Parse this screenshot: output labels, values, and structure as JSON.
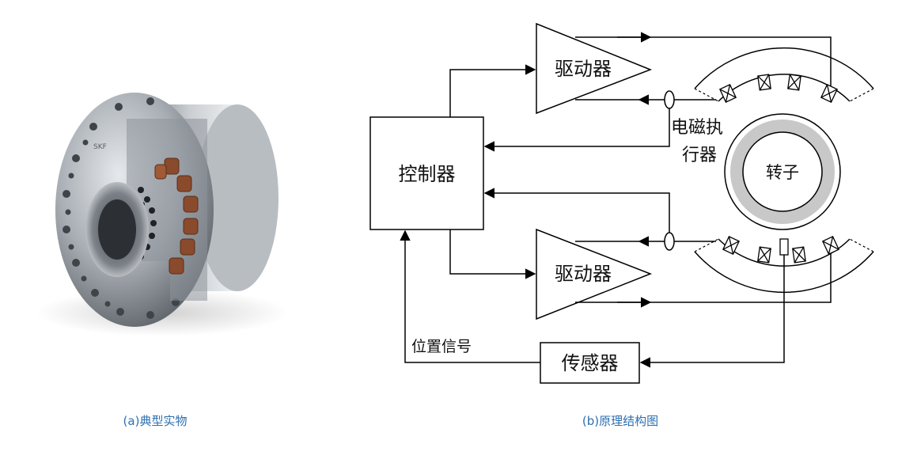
{
  "panel_a": {
    "caption": "(a)典型实物",
    "photo_brand": "SKF"
  },
  "panel_b": {
    "caption": "(b)原理结构图",
    "controller_label": "控制器",
    "driver_top_label": "驱动器",
    "driver_bottom_label": "驱动器",
    "actuator_label_line1": "电磁执",
    "actuator_label_line2": "行器",
    "rotor_label": "转子",
    "sensor_label": "传感器",
    "position_signal_label": "位置信号"
  },
  "colors": {
    "caption": "#2d6fb0",
    "rotor_ring": "#c8c8c8",
    "line": "#000000"
  }
}
